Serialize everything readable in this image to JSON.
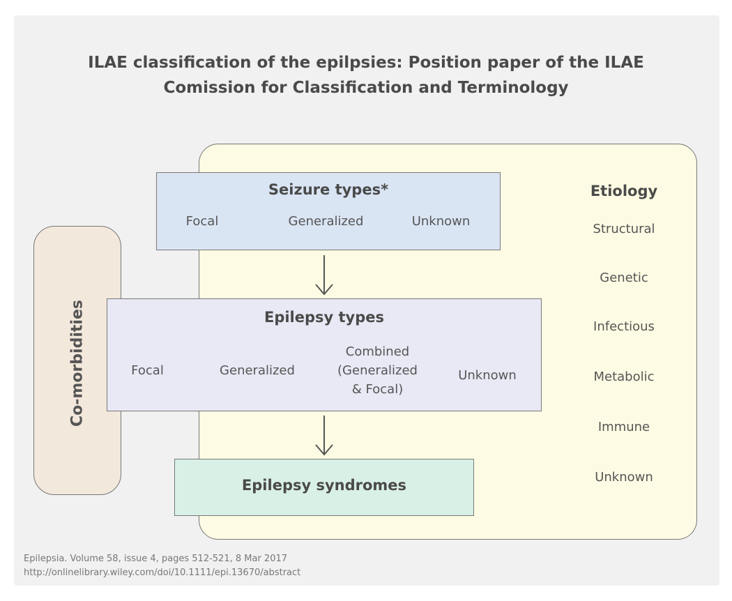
{
  "title": {
    "line1": "ILAE classification of the epilpsies: Position paper of the ILAE",
    "line2": "Comission for Classification and Terminology"
  },
  "seizure_types": {
    "title": "Seizure types*",
    "items": [
      "Focal",
      "Generalized",
      "Unknown"
    ]
  },
  "epilepsy_types": {
    "title": "Epilepsy types",
    "items": [
      "Focal",
      "Generalized",
      "Combined\n(Generalized\n& Focal)",
      "Unknown"
    ]
  },
  "epilepsy_syndromes": {
    "title": "Epilepsy syndromes"
  },
  "comorbidities": {
    "label": "Co-morbidities"
  },
  "etiology": {
    "title": "Etiology",
    "items": [
      "Structural",
      "Genetic",
      "Infectious",
      "Metabolic",
      "Immune",
      "Unknown"
    ]
  },
  "source": {
    "line1": "Epilepsia. Volume 58, issue 4, pages 512-521, 8 Mar 2017",
    "line2": "http://onlinelibrary.wiley.com/doi/10.1111/epi.13670/abstract"
  }
}
